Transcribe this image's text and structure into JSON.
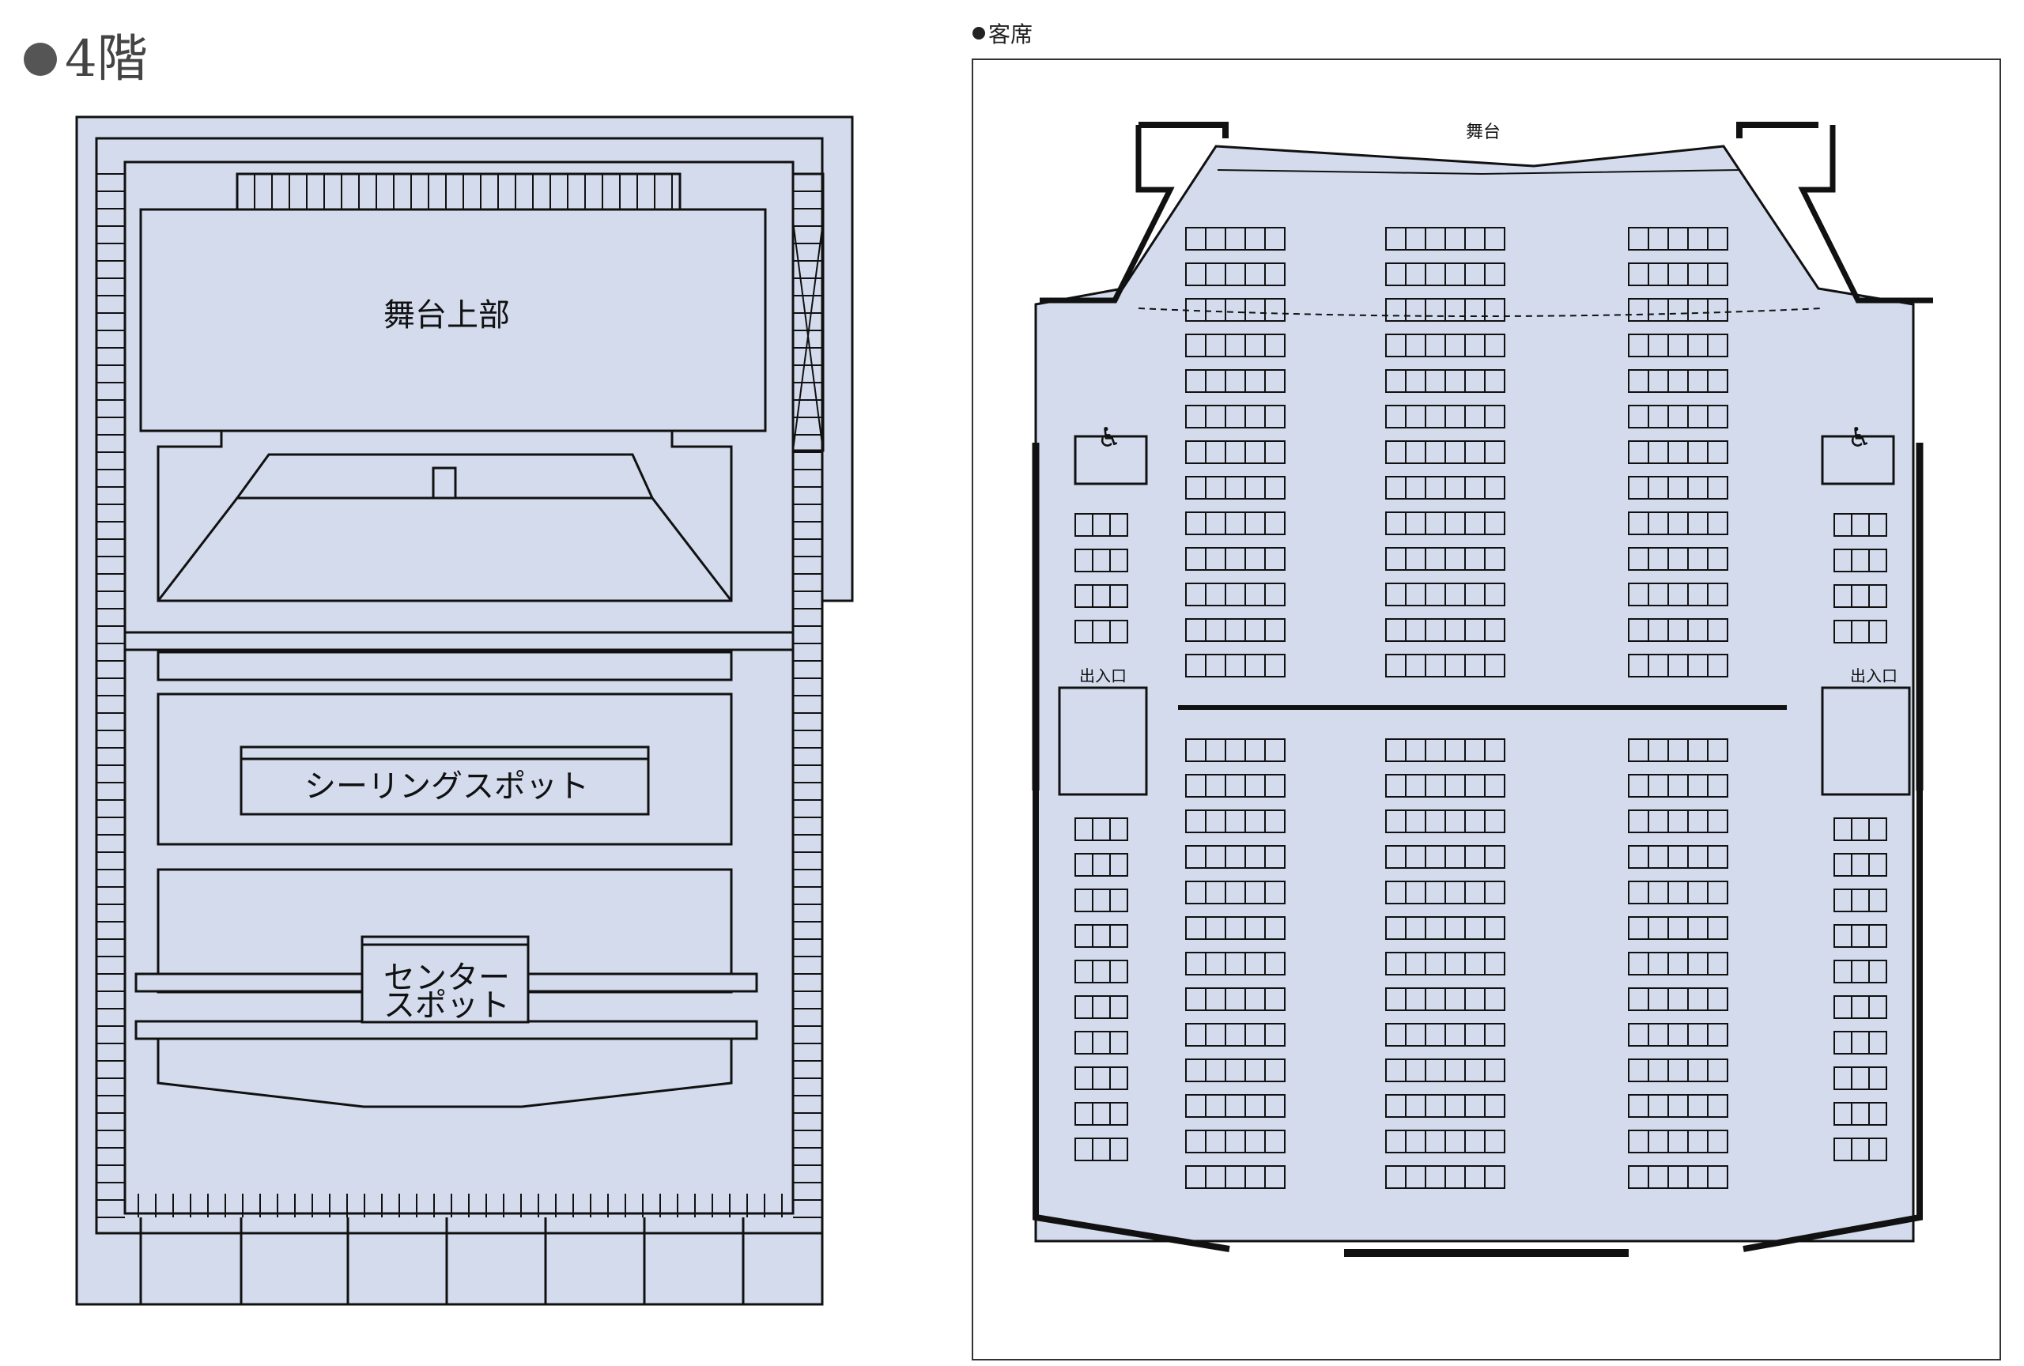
{
  "floor": {
    "title": "4階"
  },
  "left_plan": {
    "labels": {
      "stage_upper": "舞台上部",
      "ceiling_spot": "シーリングスポット",
      "center_spot_1": "センター",
      "center_spot_2": "スポット"
    }
  },
  "seating": {
    "caption": "客席",
    "stage": "舞台",
    "entrance_left": "出入口",
    "entrance_right": "出入口"
  },
  "colors": {
    "fill": "#d3dbed",
    "line": "#111111"
  }
}
